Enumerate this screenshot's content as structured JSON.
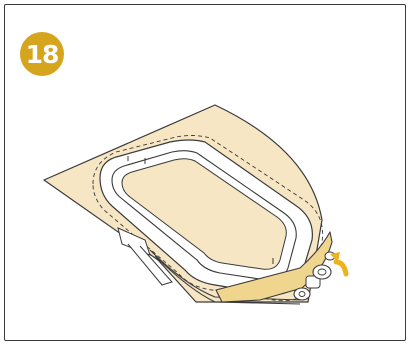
{
  "step": {
    "number": "18",
    "badge_color": "#d6a51e"
  },
  "illustration": {
    "subject": "embroidery-hoop-with-fabric",
    "fabric_color": "#f6e6c4",
    "fold_color": "#f0d58f",
    "arrow_color": "#f0b21c",
    "arrow_direction": "curved-up"
  }
}
